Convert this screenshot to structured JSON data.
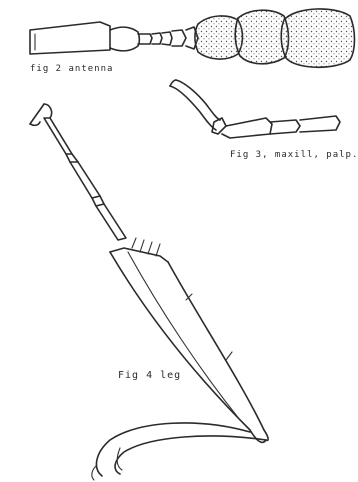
{
  "figures": {
    "fig2": {
      "label": "fig 2   antenna"
    },
    "fig3": {
      "label": "Fig 3, maxill, palp."
    },
    "fig4": {
      "label": "Fig 4    leg"
    }
  },
  "colors": {
    "ink": "#2b2b2b",
    "paper": "#ffffff",
    "stipple": "#d9d9d9"
  }
}
